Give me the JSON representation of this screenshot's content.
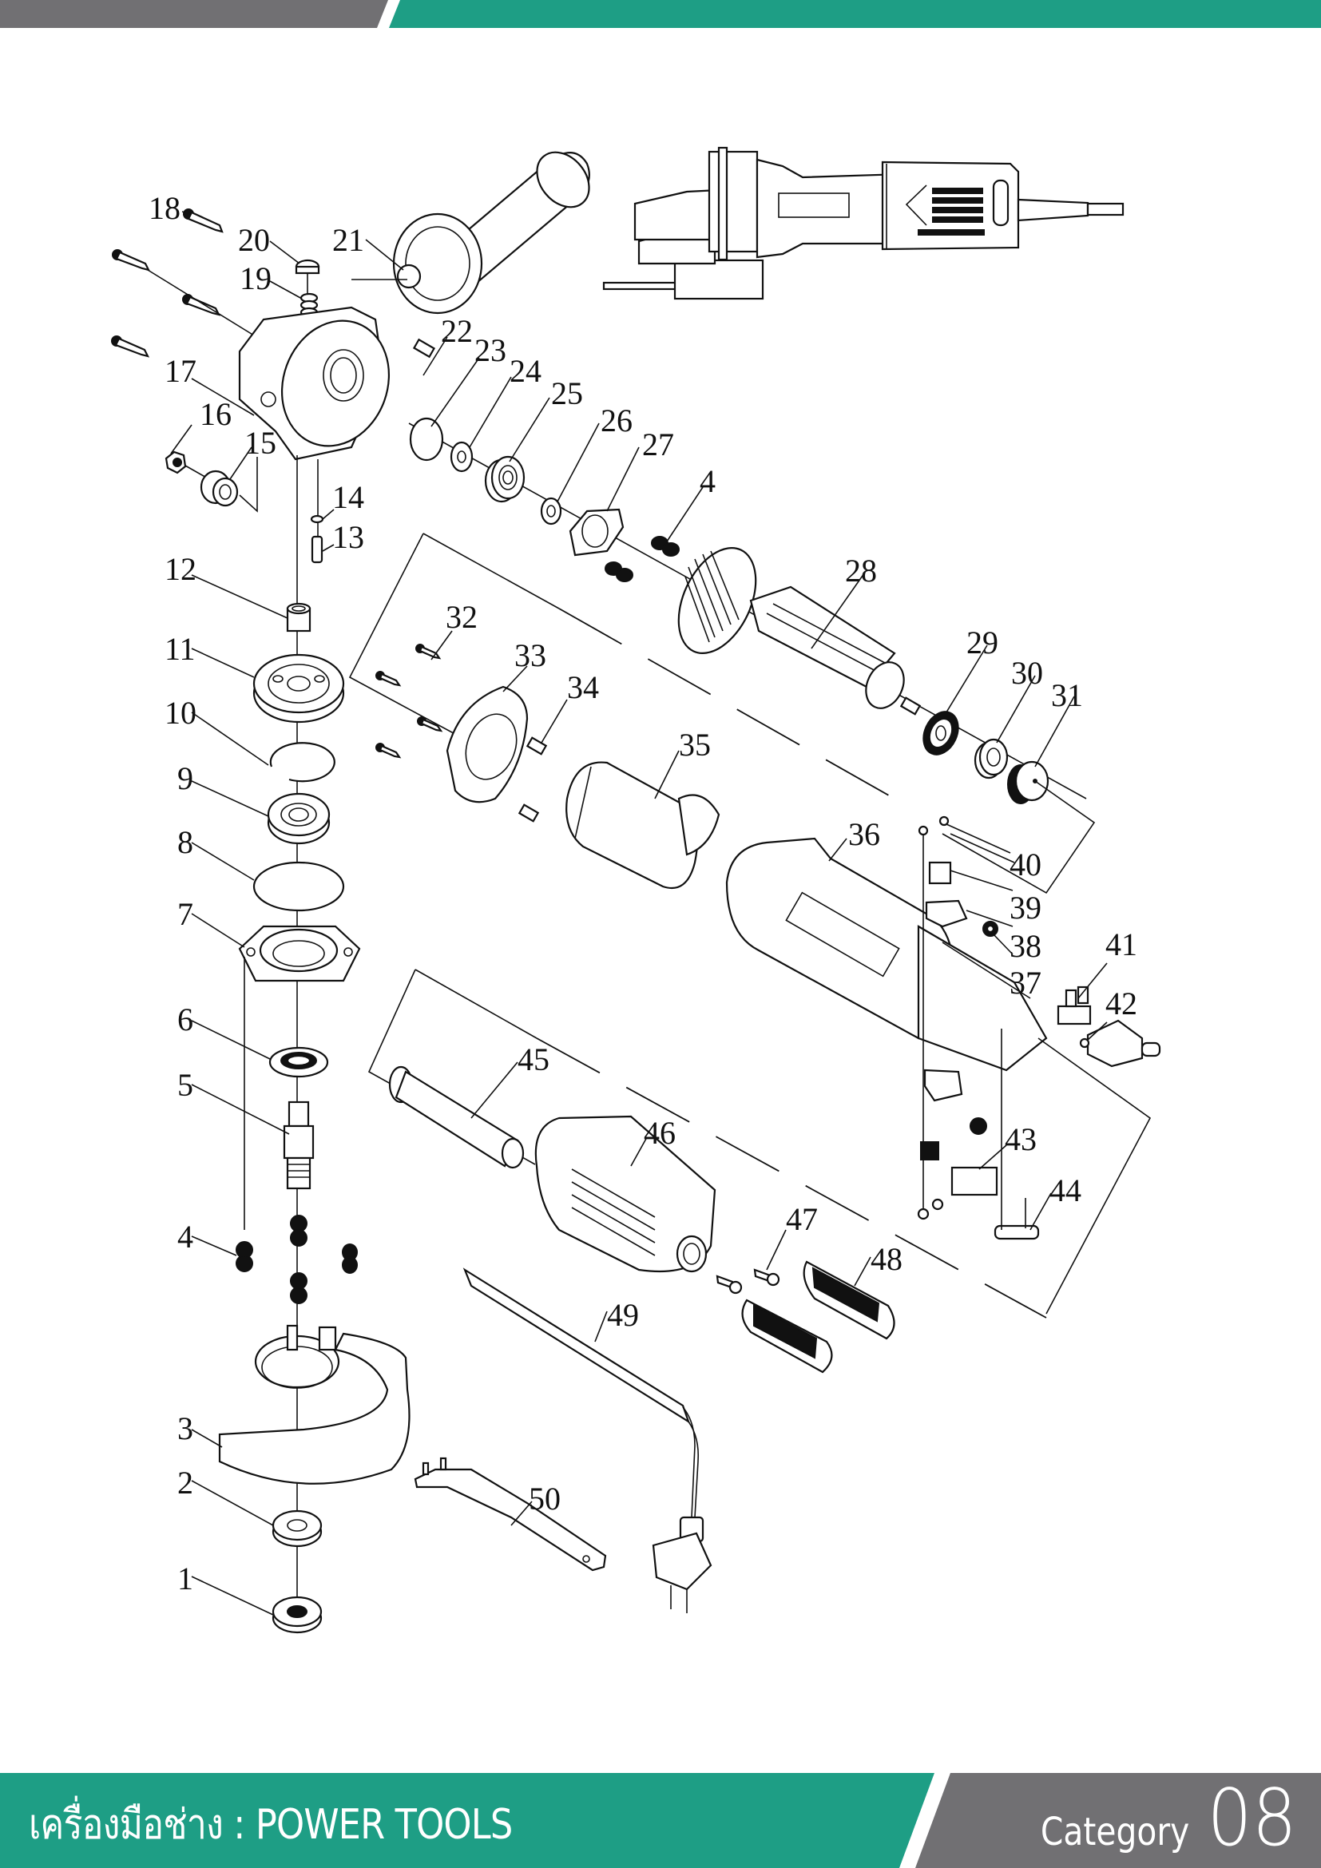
{
  "page": {
    "colors": {
      "accent": "#1e9e85",
      "grey": "#717073",
      "line": "#111111",
      "background": "#ffffff"
    }
  },
  "footer": {
    "section_title": "เครื่องมือช่าง : POWER TOOLS",
    "category_label": "Category",
    "category_number": "08"
  },
  "diagram": {
    "title": "Angle grinder exploded parts view",
    "callouts": [
      {
        "id": "1",
        "label": "1"
      },
      {
        "id": "2",
        "label": "2"
      },
      {
        "id": "3",
        "label": "3"
      },
      {
        "id": "4a",
        "label": "4"
      },
      {
        "id": "4b",
        "label": "4"
      },
      {
        "id": "5",
        "label": "5"
      },
      {
        "id": "6",
        "label": "6"
      },
      {
        "id": "7",
        "label": "7"
      },
      {
        "id": "8",
        "label": "8"
      },
      {
        "id": "9",
        "label": "9"
      },
      {
        "id": "10",
        "label": "10"
      },
      {
        "id": "11",
        "label": "11"
      },
      {
        "id": "12",
        "label": "12"
      },
      {
        "id": "13",
        "label": "13"
      },
      {
        "id": "14",
        "label": "14"
      },
      {
        "id": "15",
        "label": "15"
      },
      {
        "id": "16",
        "label": "16"
      },
      {
        "id": "17",
        "label": "17"
      },
      {
        "id": "18",
        "label": "18"
      },
      {
        "id": "19",
        "label": "19"
      },
      {
        "id": "20",
        "label": "20"
      },
      {
        "id": "21",
        "label": "21"
      },
      {
        "id": "22",
        "label": "22"
      },
      {
        "id": "23",
        "label": "23"
      },
      {
        "id": "24",
        "label": "24"
      },
      {
        "id": "25",
        "label": "25"
      },
      {
        "id": "26",
        "label": "26"
      },
      {
        "id": "27",
        "label": "27"
      },
      {
        "id": "28",
        "label": "28"
      },
      {
        "id": "29",
        "label": "29"
      },
      {
        "id": "30",
        "label": "30"
      },
      {
        "id": "31",
        "label": "31"
      },
      {
        "id": "32",
        "label": "32"
      },
      {
        "id": "33",
        "label": "33"
      },
      {
        "id": "34",
        "label": "34"
      },
      {
        "id": "35",
        "label": "35"
      },
      {
        "id": "36",
        "label": "36"
      },
      {
        "id": "37",
        "label": "37"
      },
      {
        "id": "38",
        "label": "38"
      },
      {
        "id": "39",
        "label": "39"
      },
      {
        "id": "40",
        "label": "40"
      },
      {
        "id": "41",
        "label": "41"
      },
      {
        "id": "42",
        "label": "42"
      },
      {
        "id": "43",
        "label": "43"
      },
      {
        "id": "44",
        "label": "44"
      },
      {
        "id": "45",
        "label": "45"
      },
      {
        "id": "46",
        "label": "46"
      },
      {
        "id": "47",
        "label": "47"
      },
      {
        "id": "48",
        "label": "48"
      },
      {
        "id": "49",
        "label": "49"
      },
      {
        "id": "50",
        "label": "50"
      }
    ]
  }
}
